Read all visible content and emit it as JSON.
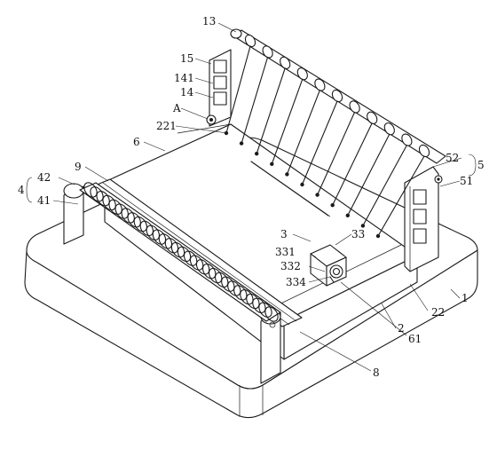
{
  "diagram": {
    "line_color": "#1a1a1a",
    "background": "#ffffff",
    "labels": {
      "l13": "13",
      "l15": "15",
      "l141": "141",
      "l14": "14",
      "lA": "A",
      "l221": "221",
      "l6": "6",
      "l9": "9",
      "l42": "42",
      "l41": "41",
      "l4": "4",
      "l52": "52",
      "l51": "51",
      "l5": "5",
      "l3": "3",
      "l33": "33",
      "l331": "331",
      "l332": "332",
      "l334": "334",
      "l1": "1",
      "l22": "22",
      "l2": "2",
      "l61": "61",
      "l8": "8"
    }
  }
}
